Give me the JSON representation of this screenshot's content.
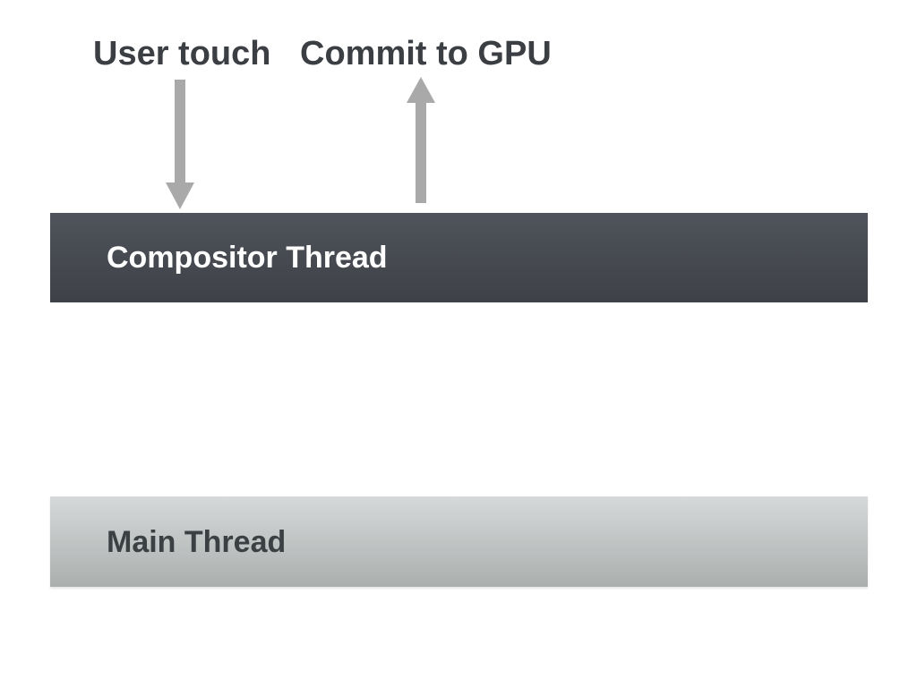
{
  "diagram": {
    "annotations": {
      "user_touch_label": "User touch",
      "commit_to_gpu_label": "Commit to GPU"
    },
    "threads": {
      "compositor": {
        "label": "Compositor Thread"
      },
      "main": {
        "label": "Main Thread"
      }
    },
    "arrows": [
      {
        "name": "user-touch-arrow",
        "direction": "down",
        "from": "User touch",
        "to": "Compositor Thread"
      },
      {
        "name": "commit-to-gpu-arrow",
        "direction": "up",
        "from": "Compositor Thread",
        "to": "Commit to GPU"
      }
    ]
  },
  "colors": {
    "background": "#ffffff",
    "label_text": "#3b3e43",
    "arrow": "#a9a9a9",
    "compositor_top": "#4f535b",
    "compositor_bottom": "#3e4146",
    "compositor_text": "#ffffff",
    "main_top": "#d6d9d9",
    "main_bottom": "#abafae",
    "main_text": "#3b4043"
  }
}
